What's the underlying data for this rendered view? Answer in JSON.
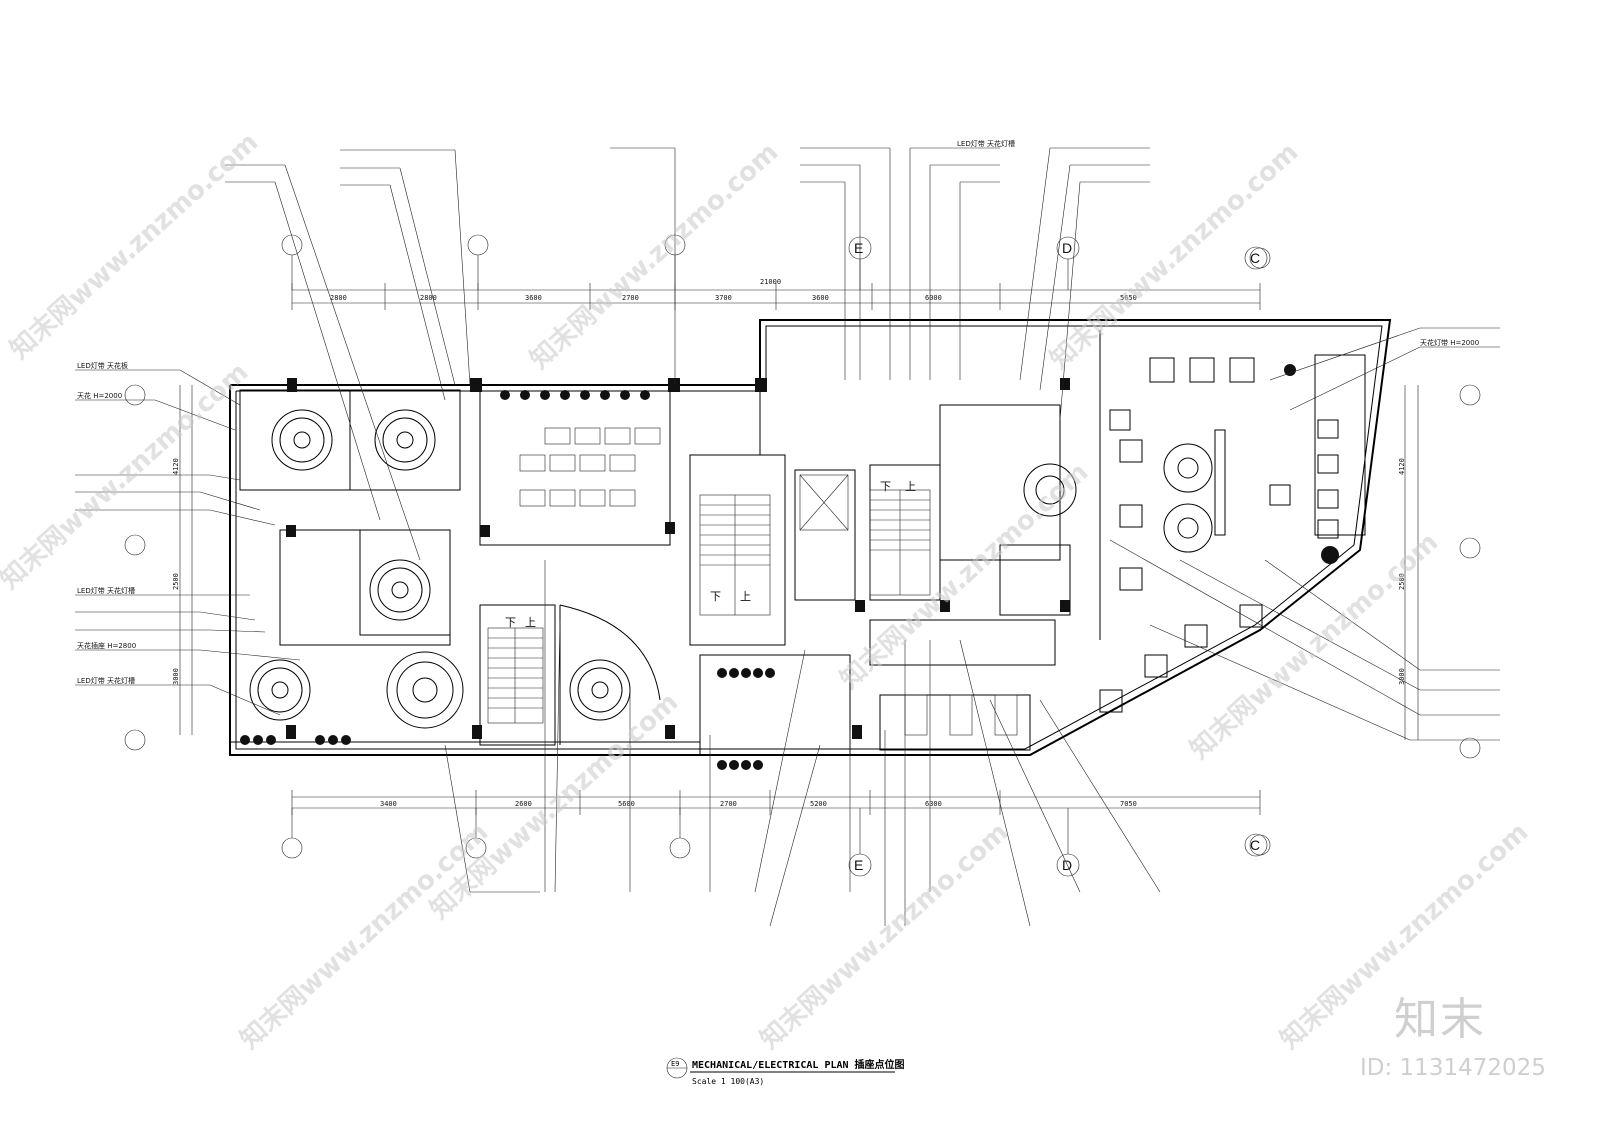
{
  "drawing": {
    "title_tag": "E9",
    "title": "MECHANICAL/ELECTRICAL PLAN 插座点位图",
    "scale": "Scale 1 100(A3)",
    "overall_dimension": "21000",
    "top_dimensions": [
      "2800",
      "2800",
      "3600",
      "2700",
      "3700",
      "3600",
      "6000",
      "5650"
    ],
    "bottom_dimensions": [
      "3400",
      "2600",
      "5600",
      "2700",
      "5200",
      "6300",
      "7050"
    ],
    "left_dimensions": [
      "4120",
      "2500",
      "3000"
    ],
    "right_dimensions": [
      "4120",
      "2500",
      "3000"
    ],
    "stair_labels": [
      "下",
      "上"
    ],
    "axis_markers": [
      "E",
      "D",
      "C"
    ],
    "callout_labels": [
      "LED灯带 天花板",
      "天花 H=2000",
      "LED灯带 天花灯槽",
      "天花插座 H=2800",
      "LED灯带 天花灯槽",
      "天花灯带 H=2000",
      "LED灯带 天花灯槽"
    ]
  },
  "watermark": {
    "site": "知末网www.znzmo.com",
    "logo": "知末",
    "id": "ID: 1131472025"
  }
}
